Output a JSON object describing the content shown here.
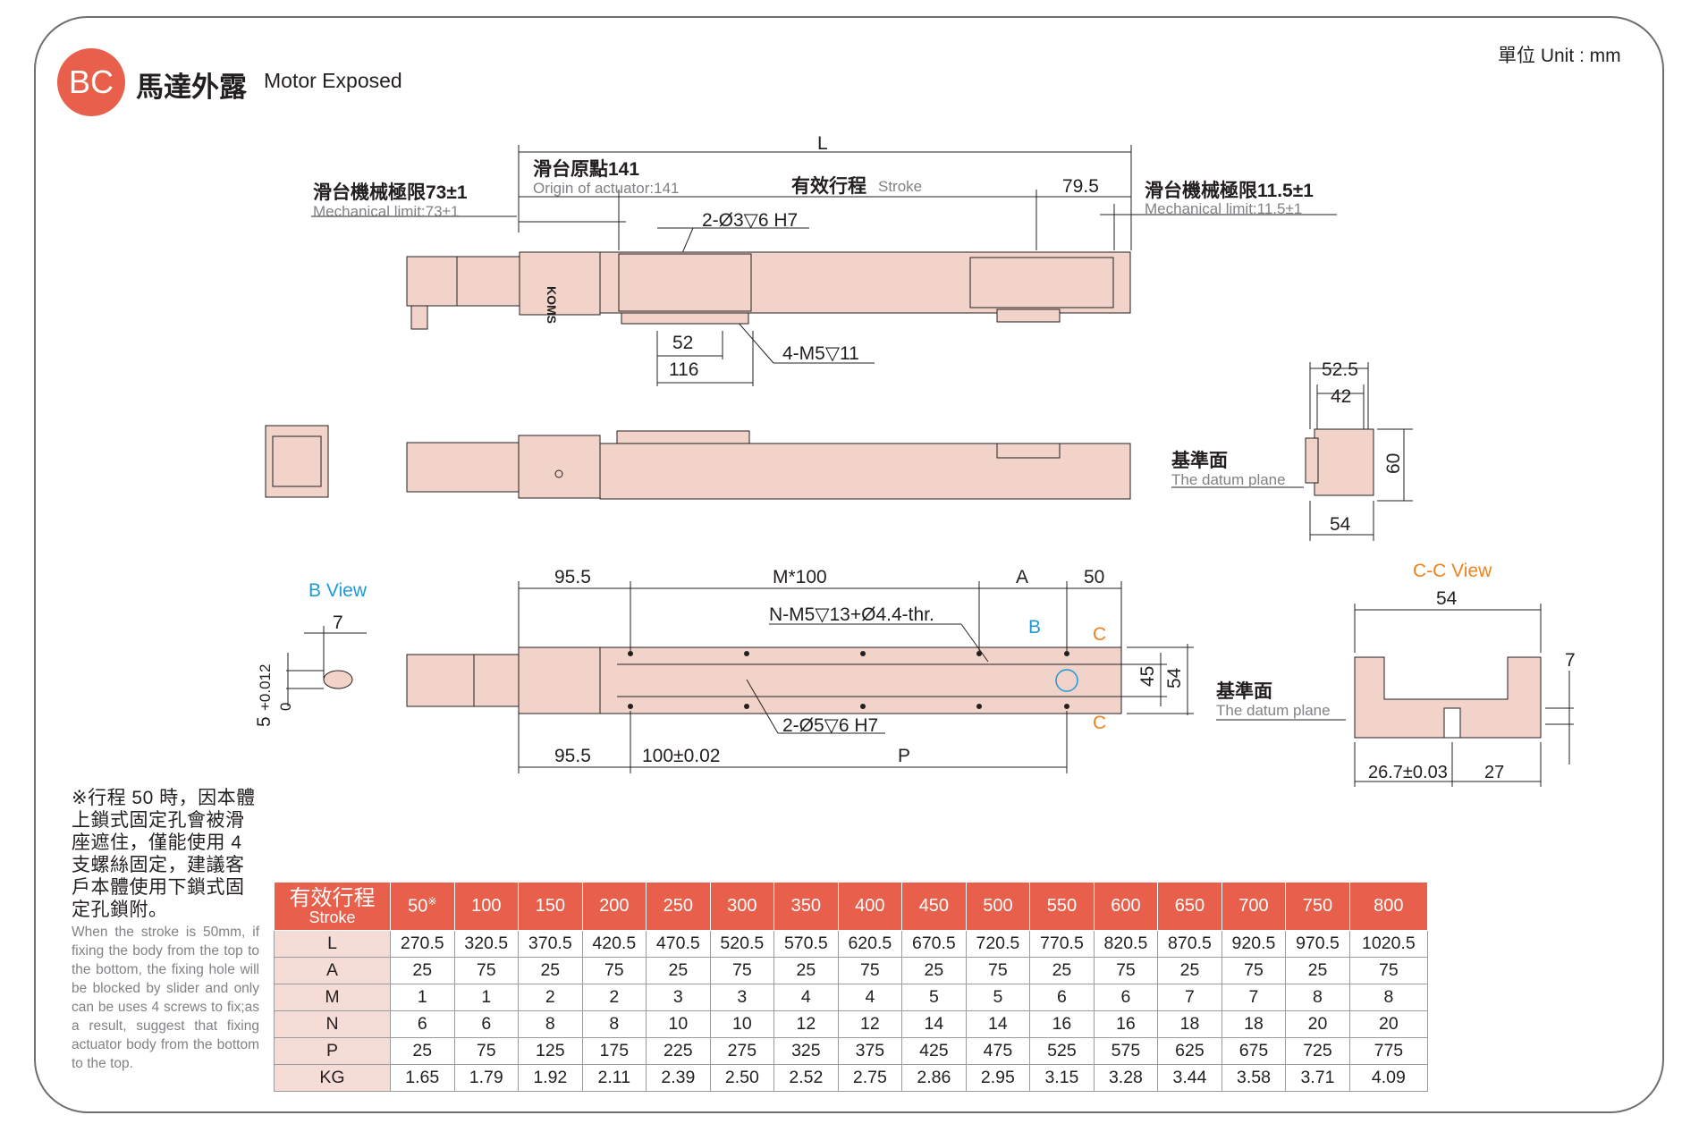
{
  "header": {
    "badge": "BC",
    "title_zh": "馬達外露",
    "title_en": "Motor Exposed",
    "unit": "單位 Unit : mm"
  },
  "colors": {
    "accent": "#e8604c",
    "body": "#f2d3ca",
    "table_row_head": "#f6dcd6",
    "b_view": "#1e9ad6",
    "cc_view": "#f0821e"
  },
  "top_view": {
    "L": "L",
    "origin_zh": "滑台原點141",
    "origin_en": "Origin of actuator:141",
    "stroke_zh": "有效行程",
    "stroke_en": "Stroke",
    "dim_79_5": "79.5",
    "mech_left_zh": "滑台機械極限73±1",
    "mech_left_en": "Mechanical limit:73±1",
    "mech_right_zh": "滑台機械極限11.5±1",
    "mech_right_en": "Mechanical limit:11.5±1",
    "hole_2_3": "2-Ø3▽6 H7",
    "dim_52": "52",
    "dim_116": "116",
    "m5": "4-M5▽11"
  },
  "end_view": {
    "dim_52_5": "52.5",
    "dim_42": "42",
    "dim_60": "60",
    "dim_54": "54",
    "datum_zh": "基準面",
    "datum_en": "The datum plane"
  },
  "bottom_view": {
    "b_view": "B View",
    "dim_7": "7",
    "dim_5": "5",
    "tol_pos": "+0.012",
    "tol_zero": "0",
    "dim_95_5_top": "95.5",
    "m100": "M*100",
    "dim_A": "A",
    "dim_50": "50",
    "n_m5": "N-M5▽13+Ø4.4-thr.",
    "label_B": "B",
    "label_C_top": "C",
    "label_C_bot": "C",
    "dim_45": "45",
    "dim_54": "54",
    "hole_2_5": "2-Ø5▽6 H7",
    "dim_95_5_bot": "95.5",
    "dim_100": "100±0.02",
    "dim_P": "P",
    "datum_zh": "基準面",
    "datum_en": "The datum plane"
  },
  "cc_view": {
    "title": "C-C View",
    "dim_54": "54",
    "dim_7": "7",
    "dim_26_7": "26.7±0.03",
    "dim_27": "27"
  },
  "note": {
    "zh": "※行程 50 時，因本體上鎖式固定孔會被滑座遮住，僅能使用 4 支螺絲固定，建議客戶本體使用下鎖式固定孔鎖附。",
    "en": "When the stroke is 50mm, if fixing the body from the top to the bottom, the fixing hole will be blocked by slider and only can be uses 4 screws to fix;as a result, suggest that fixing actuator body from the bottom to the top."
  },
  "table": {
    "head_zh": "有效行程",
    "head_en": "Stroke",
    "mark": "※",
    "strokes": [
      "50",
      "100",
      "150",
      "200",
      "250",
      "300",
      "350",
      "400",
      "450",
      "500",
      "550",
      "600",
      "650",
      "700",
      "750",
      "800"
    ],
    "rows": [
      {
        "label": "L",
        "values": [
          "270.5",
          "320.5",
          "370.5",
          "420.5",
          "470.5",
          "520.5",
          "570.5",
          "620.5",
          "670.5",
          "720.5",
          "770.5",
          "820.5",
          "870.5",
          "920.5",
          "970.5",
          "1020.5"
        ]
      },
      {
        "label": "A",
        "values": [
          "25",
          "75",
          "25",
          "75",
          "25",
          "75",
          "25",
          "75",
          "25",
          "75",
          "25",
          "75",
          "25",
          "75",
          "25",
          "75"
        ]
      },
      {
        "label": "M",
        "values": [
          "1",
          "1",
          "2",
          "2",
          "3",
          "3",
          "4",
          "4",
          "5",
          "5",
          "6",
          "6",
          "7",
          "7",
          "8",
          "8"
        ]
      },
      {
        "label": "N",
        "values": [
          "6",
          "6",
          "8",
          "8",
          "10",
          "10",
          "12",
          "12",
          "14",
          "14",
          "16",
          "16",
          "18",
          "18",
          "20",
          "20"
        ]
      },
      {
        "label": "P",
        "values": [
          "25",
          "75",
          "125",
          "175",
          "225",
          "275",
          "325",
          "375",
          "425",
          "475",
          "525",
          "575",
          "625",
          "675",
          "725",
          "775"
        ]
      },
      {
        "label": "KG",
        "values": [
          "1.65",
          "1.79",
          "1.92",
          "2.11",
          "2.39",
          "2.50",
          "2.52",
          "2.75",
          "2.86",
          "2.95",
          "3.15",
          "3.28",
          "3.44",
          "3.58",
          "3.71",
          "4.09"
        ]
      }
    ]
  }
}
